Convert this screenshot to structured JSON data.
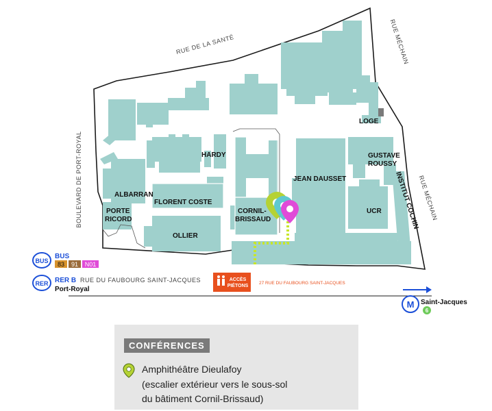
{
  "map": {
    "streets": {
      "top": "RUE DE LA SANTÉ",
      "right_top": "RUE MÉCHAIN",
      "right_mid": "RUE MÉCHAIN",
      "left": "BOULEVARD DE PORT-ROYAL",
      "bottom": "RUE DU FAUBOURG SAINT-JACQUES"
    },
    "buildings": {
      "loge": "LOGE",
      "gustave_1": "GUSTAVE",
      "gustave_2": "ROUSSY",
      "hardy": "HARDY",
      "jean_dausset": "JEAN DAUSSET",
      "institut_cochin": "INSTITUT COCHIN",
      "albarran": "ALBARRAN",
      "florent_coste": "FLORENT COSTE",
      "porte_1": "PORTE",
      "porte_2": "RICORD",
      "cornil_1": "CORNIL-",
      "cornil_2": "BRISSAUD",
      "ucr": "UCR",
      "ollier": "OLLIER"
    },
    "access": {
      "line1": "ACCÈS",
      "line2": "PIÉTONS",
      "address": "27 RUE DU FAUBOURG SAINT-JACQUES"
    },
    "colors": {
      "building": "#9fd0cc",
      "access": "#e8501e",
      "path": "#c8e62a",
      "pin_green": "#b5d234",
      "pin_teal": "#5fc9cf",
      "pin_magenta": "#e04bd8",
      "transit_blue": "#1b4fd8"
    }
  },
  "transit": {
    "bus": {
      "badge": "BUS",
      "title": "BUS",
      "lines": [
        "83",
        "91",
        "N01"
      ]
    },
    "rer": {
      "badge": "RER",
      "title": "RER B",
      "station": "Port-Royal"
    },
    "metro": {
      "badge": "M",
      "station": "Saint-Jacques",
      "line": "6"
    }
  },
  "legend": {
    "title": "CONFÉRENCES",
    "items": [
      {
        "icon": "location-pin-icon",
        "line1": "Amphithéâtre Dieulafoy",
        "line2": "(escalier extérieur vers le sous-sol",
        "line3": "du bâtiment Cornil-Brissaud)"
      }
    ]
  }
}
